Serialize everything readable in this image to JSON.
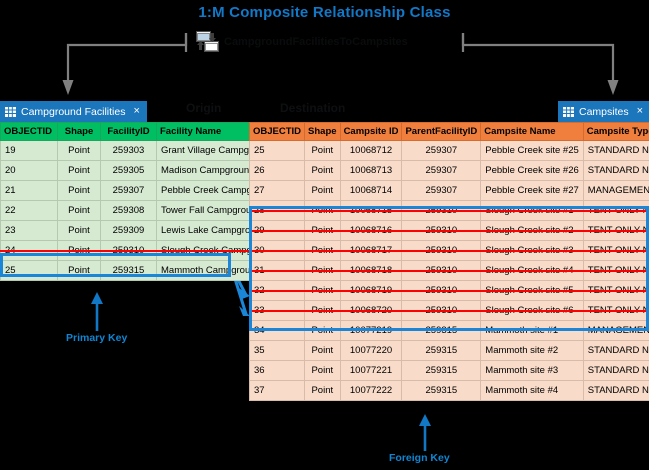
{
  "title": "1:M Composite Relationship Class",
  "relationship": {
    "icon": "relationship-class-icon",
    "label": "CampgroundFacilitiesToCampsites"
  },
  "watermarks": {
    "origin": "Origin",
    "destination": "Destination"
  },
  "colors": {
    "title_blue": "#1278C8",
    "tab_blue": "#1C76BC",
    "origin_header_green": "#00BF63",
    "origin_row_green": "#D6EAD2",
    "dest_header_orange": "#F07F3E",
    "dest_row_peach": "#F8DBC8",
    "selection_blue": "#1B86D8",
    "strike_red": "#FF0000",
    "background": "#000000"
  },
  "origin_table": {
    "tab_label": "Campground Facilities",
    "tab_close": "×",
    "columns": [
      "OBJECTID",
      "Shape",
      "FacilityID",
      "Facility Name"
    ],
    "rows": [
      {
        "objectid": "19",
        "shape": "Point",
        "facilityid": "259303",
        "name": "Grant Village Campground",
        "struck": false,
        "selected": false
      },
      {
        "objectid": "20",
        "shape": "Point",
        "facilityid": "259305",
        "name": "Madison Campground",
        "struck": false,
        "selected": false
      },
      {
        "objectid": "21",
        "shape": "Point",
        "facilityid": "259307",
        "name": "Pebble Creek Campground",
        "struck": false,
        "selected": false
      },
      {
        "objectid": "22",
        "shape": "Point",
        "facilityid": "259308",
        "name": "Tower Fall Campground",
        "struck": false,
        "selected": false
      },
      {
        "objectid": "23",
        "shape": "Point",
        "facilityid": "259309",
        "name": "Lewis Lake Campground",
        "struck": false,
        "selected": false
      },
      {
        "objectid": "24",
        "shape": "Point",
        "facilityid": "259310",
        "name": "Slough Creek Campground",
        "struck": true,
        "selected": true
      },
      {
        "objectid": "25",
        "shape": "Point",
        "facilityid": "259315",
        "name": "Mammoth Campground",
        "struck": false,
        "selected": false
      }
    ]
  },
  "dest_table": {
    "tab_label": "Campsites",
    "tab_close": "×",
    "columns": [
      "OBJECTID",
      "Shape",
      "Campsite ID",
      "ParentFacilityID",
      "Campsite Name",
      "Campsite Type"
    ],
    "rows": [
      {
        "objectid": "25",
        "shape": "Point",
        "campsiteid": "10068712",
        "parentfacilityid": "259307",
        "name": "Pebble Creek site #25",
        "type": "STANDARD NONELECTRIC",
        "struck": false
      },
      {
        "objectid": "26",
        "shape": "Point",
        "campsiteid": "10068713",
        "parentfacilityid": "259307",
        "name": "Pebble Creek site #26",
        "type": "STANDARD NONELECTRIC",
        "struck": false
      },
      {
        "objectid": "27",
        "shape": "Point",
        "campsiteid": "10068714",
        "parentfacilityid": "259307",
        "name": "Pebble Creek site #27",
        "type": "MANAGEMENT",
        "struck": false
      },
      {
        "objectid": "28",
        "shape": "Point",
        "campsiteid": "10068715",
        "parentfacilityid": "259310",
        "name": "Slough Creek site #1",
        "type": "TENT ONLY NONELECTRIC",
        "struck": true
      },
      {
        "objectid": "29",
        "shape": "Point",
        "campsiteid": "10068716",
        "parentfacilityid": "259310",
        "name": "Slough Creek site #2",
        "type": "TENT ONLY NONELECTRIC",
        "struck": true
      },
      {
        "objectid": "30",
        "shape": "Point",
        "campsiteid": "10068717",
        "parentfacilityid": "259310",
        "name": "Slough Creek site #3",
        "type": "TENT ONLY NONELECTRIC",
        "struck": true
      },
      {
        "objectid": "31",
        "shape": "Point",
        "campsiteid": "10068718",
        "parentfacilityid": "259310",
        "name": "Slough Creek site #4",
        "type": "TENT ONLY NONELECTRIC",
        "struck": true
      },
      {
        "objectid": "32",
        "shape": "Point",
        "campsiteid": "10068719",
        "parentfacilityid": "259310",
        "name": "Slough Creek site #5",
        "type": "TENT ONLY NONELECTRIC",
        "struck": true
      },
      {
        "objectid": "33",
        "shape": "Point",
        "campsiteid": "10068720",
        "parentfacilityid": "259310",
        "name": "Slough Creek site #6",
        "type": "TENT ONLY NONELECTRIC",
        "struck": true
      },
      {
        "objectid": "34",
        "shape": "Point",
        "campsiteid": "10077219",
        "parentfacilityid": "259315",
        "name": "Mammoth site #1",
        "type": "MANAGEMENT",
        "struck": false
      },
      {
        "objectid": "35",
        "shape": "Point",
        "campsiteid": "10077220",
        "parentfacilityid": "259315",
        "name": "Mammoth site #2",
        "type": "STANDARD NONELECTRIC",
        "struck": false
      },
      {
        "objectid": "36",
        "shape": "Point",
        "campsiteid": "10077221",
        "parentfacilityid": "259315",
        "name": "Mammoth site #3",
        "type": "STANDARD NONELECTRIC",
        "struck": false
      },
      {
        "objectid": "37",
        "shape": "Point",
        "campsiteid": "10077222",
        "parentfacilityid": "259315",
        "name": "Mammoth site #4",
        "type": "STANDARD NONELECTRIC",
        "struck": false
      }
    ]
  },
  "callouts": {
    "primary_key": "Primary Key",
    "foreign_key": "Foreign Key"
  }
}
